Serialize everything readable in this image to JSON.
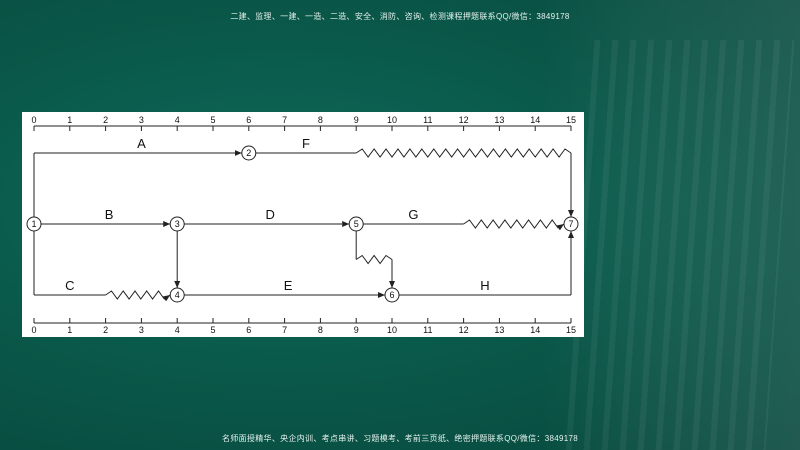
{
  "banner_top": "二建、监理、一建、一造、二造、安全、消防、咨询、检测课程押题联系QQ/微信：3849178",
  "banner_bottom": "名师面授精华、央企内训、考点串讲、习题模考、考前三页纸、绝密押题联系QQ/微信：3849178",
  "scale": {
    "ticks": [
      "0",
      "1",
      "2",
      "3",
      "4",
      "5",
      "6",
      "7",
      "8",
      "9",
      "10",
      "11",
      "12",
      "13",
      "14",
      "15"
    ]
  },
  "nodes": [
    {
      "id": "1",
      "label": "1",
      "t": 0,
      "row": "middle"
    },
    {
      "id": "2",
      "label": "2",
      "t": 6,
      "row": "top"
    },
    {
      "id": "3",
      "label": "3",
      "t": 4,
      "row": "middle"
    },
    {
      "id": "4",
      "label": "4",
      "t": 4,
      "row": "bottom"
    },
    {
      "id": "5",
      "label": "5",
      "t": 9,
      "row": "middle"
    },
    {
      "id": "6",
      "label": "6",
      "t": 10,
      "row": "bottom"
    },
    {
      "id": "7",
      "label": "7",
      "t": 15,
      "row": "middle"
    }
  ],
  "activities": [
    {
      "name": "A",
      "from": "1",
      "to": "2",
      "duration": 6,
      "free_float": 0
    },
    {
      "name": "F",
      "from": "2",
      "to": "7",
      "duration": 3,
      "free_float": 6
    },
    {
      "name": "B",
      "from": "1",
      "to": "3",
      "duration": 4,
      "free_float": 0
    },
    {
      "name": "D",
      "from": "3",
      "to": "5",
      "duration": 5,
      "free_float": 0
    },
    {
      "name": "G",
      "from": "5",
      "to": "7",
      "duration": 3,
      "free_float": 3
    },
    {
      "name": "C",
      "from": "1",
      "to": "4",
      "duration": 2,
      "free_float": 2
    },
    {
      "name": "E",
      "from": "4",
      "to": "6",
      "duration": 6,
      "free_float": 0
    },
    {
      "name": "H",
      "from": "6",
      "to": "7",
      "duration": 5,
      "free_float": 0
    }
  ],
  "dummies": [
    {
      "from": "3",
      "to": "4",
      "free_float": 0
    },
    {
      "from": "5",
      "to": "6",
      "free_float": 1
    }
  ],
  "colors": {
    "background": "#0a5a4b",
    "panel": "#ffffff",
    "line": "#222222"
  }
}
